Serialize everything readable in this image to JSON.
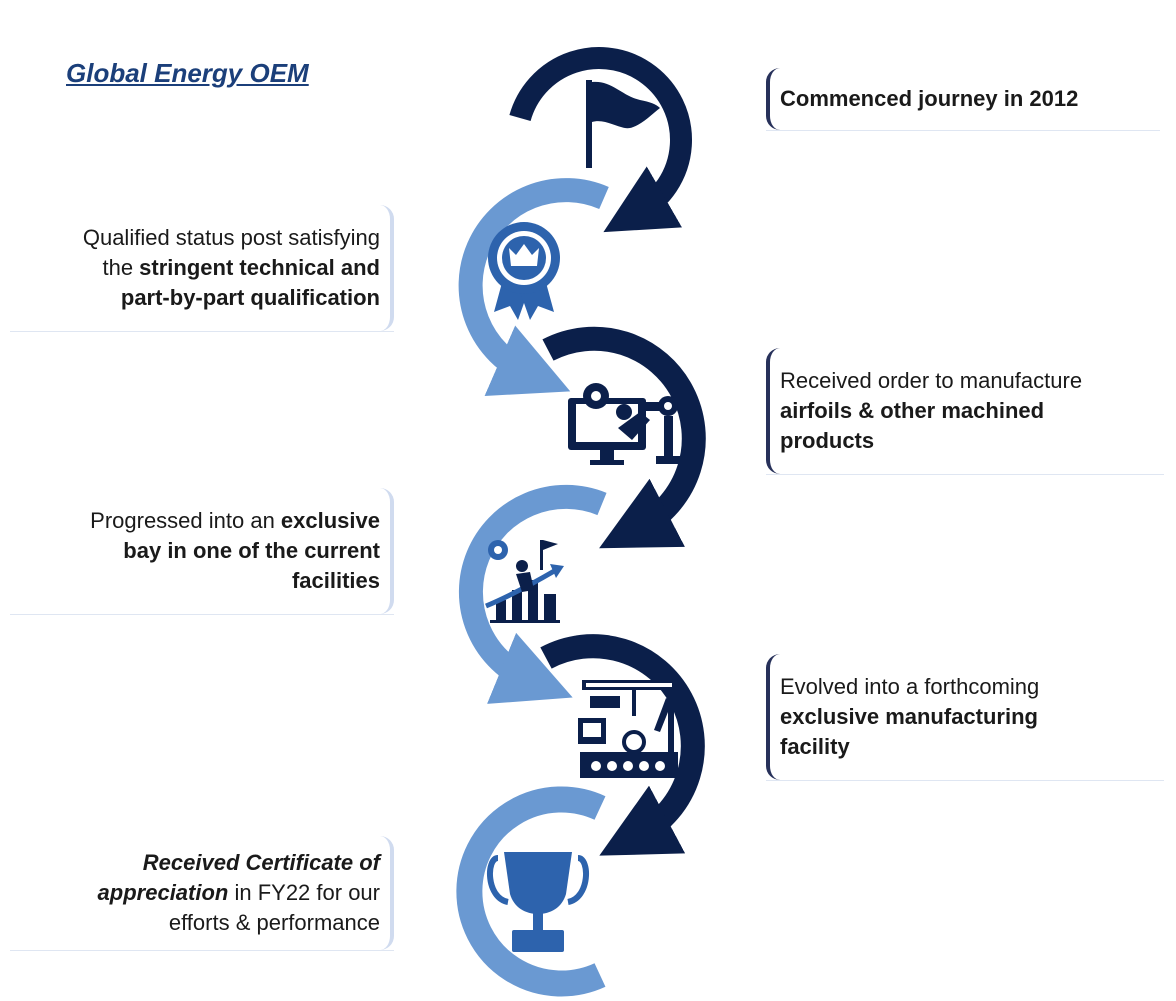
{
  "title": "Global Energy OEM",
  "colors": {
    "dark": "#0b1f4a",
    "light": "#6a99d2",
    "icon": "#0b1f4a",
    "icon_blue": "#2d63ad",
    "accent": "#27315a"
  },
  "milestones": [
    {
      "id": "m1",
      "side": "right",
      "icon": "flag-icon",
      "lines": [
        [
          {
            "t": "Commenced journey in 2012",
            "b": true
          }
        ]
      ]
    },
    {
      "id": "m2",
      "side": "left",
      "icon": "award-badge-icon",
      "lines": [
        [
          {
            "t": "Qualified status post satisfying",
            "b": false
          }
        ],
        [
          {
            "t": "the ",
            "b": false
          },
          {
            "t": "stringent technical and",
            "b": true
          }
        ],
        [
          {
            "t": "part-by-part qualification",
            "b": true
          }
        ]
      ]
    },
    {
      "id": "m3",
      "side": "right",
      "icon": "robotic-arm-computer-icon",
      "lines": [
        [
          {
            "t": "Received order to manufacture",
            "b": false
          }
        ],
        [
          {
            "t": "airfoils & other machined",
            "b": true
          }
        ],
        [
          {
            "t": "products",
            "b": true
          }
        ]
      ]
    },
    {
      "id": "m4",
      "side": "left",
      "icon": "growth-chart-icon",
      "lines": [
        [
          {
            "t": "Progressed into an ",
            "b": false
          },
          {
            "t": "exclusive",
            "b": true
          }
        ],
        [
          {
            "t": "bay in one of the current",
            "b": true
          }
        ],
        [
          {
            "t": "facilities",
            "b": true
          }
        ]
      ]
    },
    {
      "id": "m5",
      "side": "right",
      "icon": "factory-assembly-line-icon",
      "lines": [
        [
          {
            "t": "Evolved into a forthcoming",
            "b": false
          }
        ],
        [
          {
            "t": "exclusive manufacturing",
            "b": true
          }
        ],
        [
          {
            "t": "facility",
            "b": true
          }
        ]
      ]
    },
    {
      "id": "m6",
      "side": "left",
      "icon": "trophy-icon",
      "lines": [
        [
          {
            "t": "Received Certificate of",
            "b": true,
            "i": true
          }
        ],
        [
          {
            "t": "appreciation",
            "b": true,
            "i": true
          },
          {
            "t": " in FY22 for our",
            "b": false
          }
        ],
        [
          {
            "t": "efforts & performance",
            "b": false
          }
        ]
      ]
    }
  ]
}
